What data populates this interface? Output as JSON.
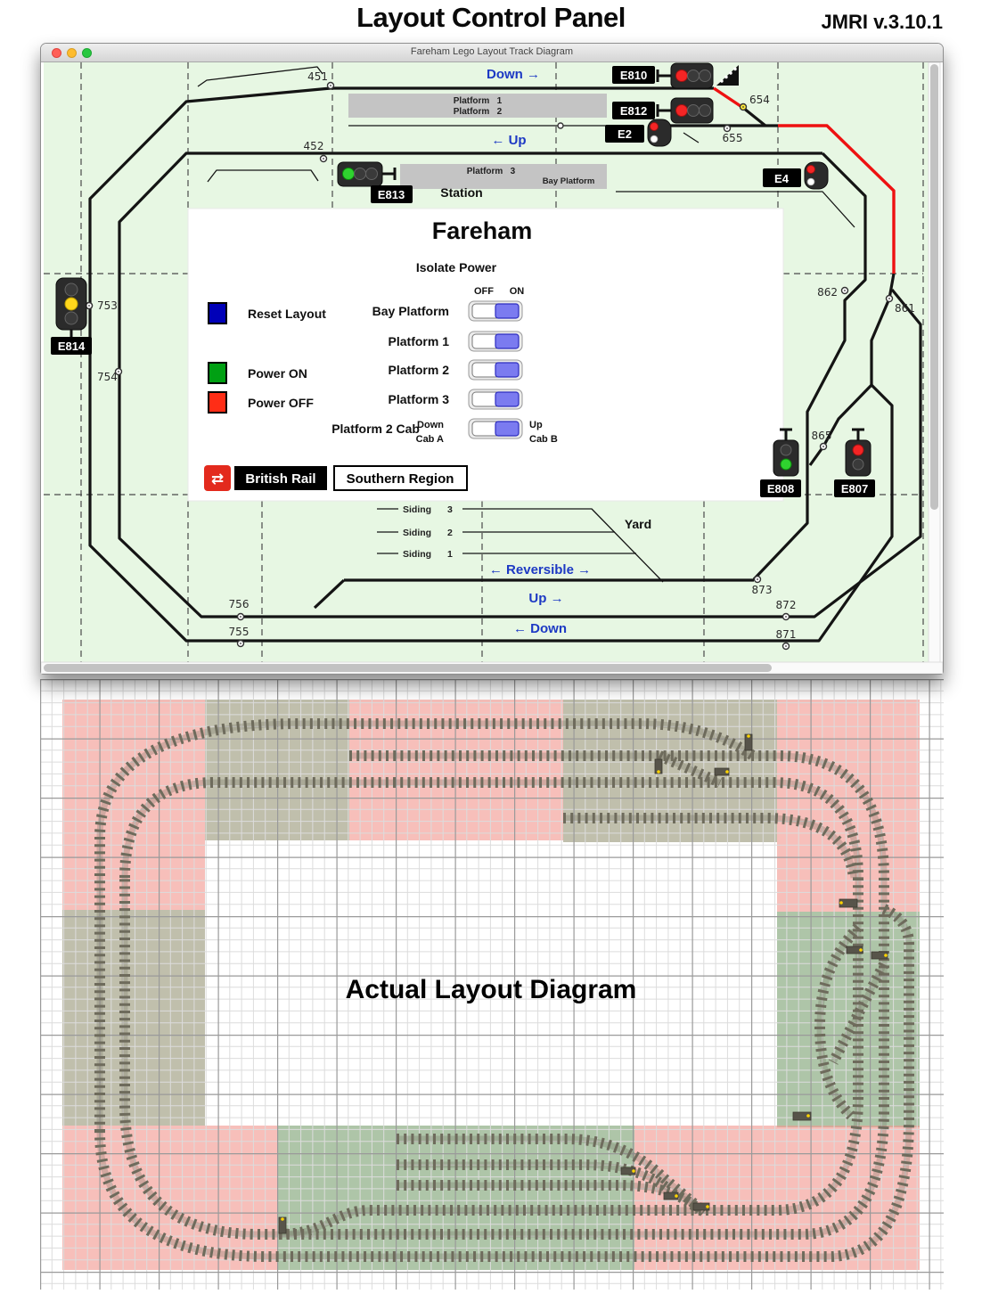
{
  "header": {
    "title": "Layout Control Panel",
    "version": "JMRI v.3.10.1"
  },
  "window": {
    "title": "Fareham Lego Layout Track Diagram"
  },
  "panel": {
    "station_name": "Fareham",
    "isolate_power_title": "Isolate Power",
    "off_label": "OFF",
    "on_label": "ON",
    "switch_rows": [
      {
        "label": "Bay Platform",
        "state": "on"
      },
      {
        "label": "Platform 1",
        "state": "on"
      },
      {
        "label": "Platform 2",
        "state": "on"
      },
      {
        "label": "Platform 3",
        "state": "on"
      }
    ],
    "cab_row": {
      "label": "Platform 2 Cab",
      "left_line1": "Down",
      "left_line2": "Cab A",
      "right_line1": "Up",
      "right_line2": "Cab B",
      "state": "on"
    },
    "legend": [
      {
        "label": "Reset Layout",
        "color": "#0000b8"
      },
      {
        "label": "Power ON",
        "color": "#00a013"
      },
      {
        "label": "Power OFF",
        "color": "#ff2d16"
      }
    ],
    "brand": {
      "symbol": "⇄",
      "name": "British Rail",
      "region": "Southern Region"
    }
  },
  "diagram": {
    "direction_labels": {
      "down_top": "Down →",
      "up_middle": "← Up",
      "reversible": "← Reversible →",
      "up_bottom": "Up →",
      "down_bottom": "← Down"
    },
    "area_labels": {
      "yard": "Yard",
      "station": "Station",
      "bay_platform": "Bay Platform"
    },
    "platform_bar1": {
      "line1": "Platform   1",
      "line2": "Platform   2"
    },
    "platform_bar2": {
      "line1": "Platform   3"
    },
    "sidings": [
      {
        "name": "Siding",
        "number": "3"
      },
      {
        "name": "Siding",
        "number": "2"
      },
      {
        "name": "Siding",
        "number": "1"
      }
    ],
    "signals": [
      {
        "id": "E810",
        "aspect": "red"
      },
      {
        "id": "E812",
        "aspect": "red"
      },
      {
        "id": "E2",
        "aspect": "red"
      },
      {
        "id": "E4",
        "aspect": "red"
      },
      {
        "id": "E813",
        "aspect": "green"
      },
      {
        "id": "E814",
        "aspect": "yellow"
      },
      {
        "id": "E808",
        "aspect": "green"
      },
      {
        "id": "E807",
        "aspect": "red"
      }
    ],
    "turnouts": [
      "451",
      "452",
      "654",
      "655",
      "753",
      "754",
      "755",
      "756",
      "861",
      "862",
      "865",
      "871",
      "872",
      "873"
    ],
    "track_colors": {
      "normal": "#141414",
      "occupied": "#ee1111",
      "background": "#e7f7e3"
    }
  },
  "footer_image": {
    "caption": "Actual Layout Diagram"
  }
}
